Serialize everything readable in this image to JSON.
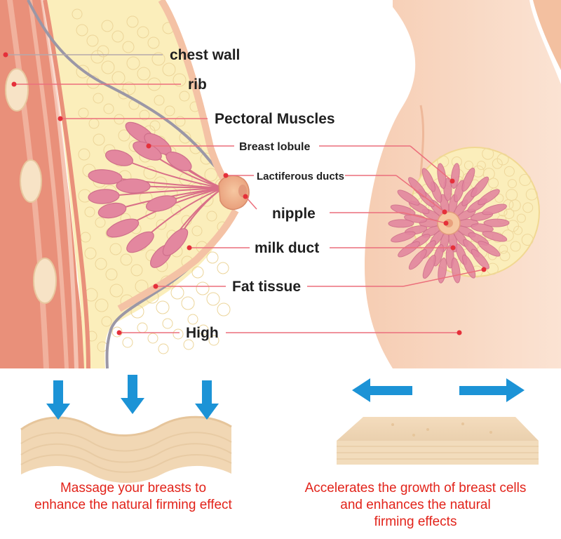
{
  "labels": {
    "chest_wall": "chest wall",
    "rib": "rib",
    "pectoral_muscles": "Pectoral Muscles",
    "breast_lobule": "Breast lobule",
    "lactiferous_ducts": "Lactiferous ducts",
    "nipple": "nipple",
    "milk_duct": "milk duct",
    "fat_tissue": "Fat tissue",
    "high": "High"
  },
  "captions": {
    "left": {
      "line1": "Massage your breasts to",
      "line2": "enhance the natural firming effect"
    },
    "right": {
      "line1": "Accelerates the growth of breast cells",
      "line2": "and enhances the natural",
      "line3": "firming effects"
    }
  },
  "colors": {
    "muscle": "#e9907a",
    "skin": "#fbe0cf",
    "fat": "#fbeebb",
    "lobule": "#e3879f",
    "pointer": "#ec6f7c",
    "arrow": "#1c93d6",
    "caption": "#e2231a"
  },
  "icons": [
    "down-arrow-icon",
    "left-arrow-icon",
    "right-arrow-icon"
  ]
}
